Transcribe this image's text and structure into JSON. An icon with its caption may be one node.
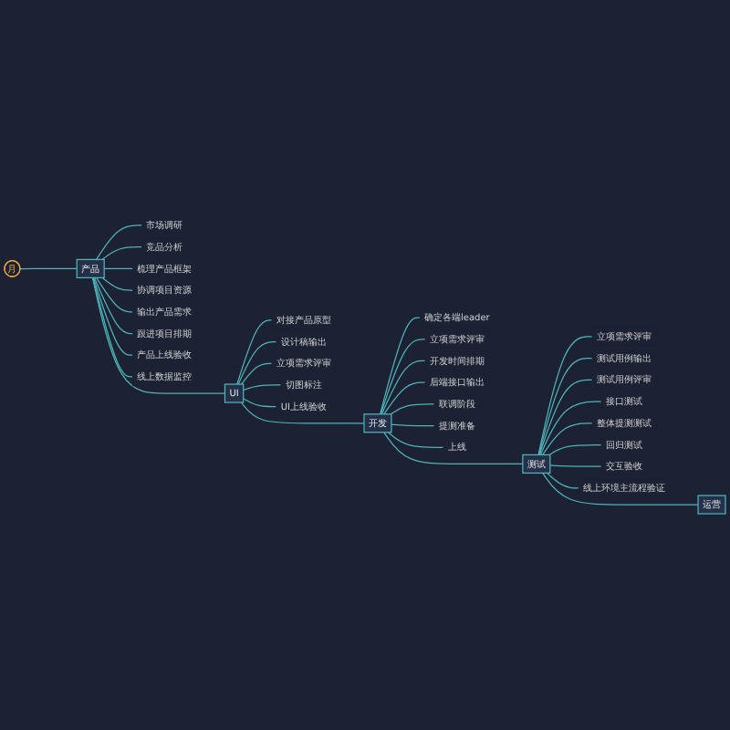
{
  "diagram": {
    "nodes": [
      {
        "text": [
          "月"
        ]
      },
      {
        "text": [
          "产品"
        ]
      },
      {
        "text": [
          "市场调研"
        ]
      },
      {
        "text": [
          "竞品分析"
        ]
      },
      {
        "text": [
          "梳理产品框架"
        ]
      },
      {
        "text": [
          "协调项目资源"
        ]
      },
      {
        "text": [
          "输出产品需求"
        ]
      },
      {
        "text": [
          "跟进项目排期"
        ]
      },
      {
        "text": [
          "产品上线验收"
        ]
      },
      {
        "text": [
          "线上数据监控"
        ]
      },
      {
        "text": [
          "UI"
        ]
      },
      {
        "text": [
          "对接产品原型"
        ]
      },
      {
        "text": [
          "设计稿输出"
        ]
      },
      {
        "text": [
          "立项需求评审"
        ]
      },
      {
        "text": [
          "切图标注"
        ]
      },
      {
        "text": [
          "UI上线验收"
        ]
      },
      {
        "text": [
          "开发"
        ]
      },
      {
        "text": [
          "确定各端leader"
        ]
      },
      {
        "text": [
          "立项需求评审"
        ]
      },
      {
        "text": [
          "开发时间排期"
        ]
      },
      {
        "text": [
          "后端接口输出"
        ]
      },
      {
        "text": [
          "联调阶段"
        ]
      },
      {
        "text": [
          "提测准备"
        ]
      },
      {
        "text": [
          "上线"
        ]
      },
      {
        "text": [
          "测试"
        ]
      },
      {
        "text": [
          "立项需求评审"
        ]
      },
      {
        "text": [
          "测试用例输出"
        ]
      },
      {
        "text": [
          "测试用例评审"
        ]
      },
      {
        "text": [
          "接口测试"
        ]
      },
      {
        "text": [
          "整体提测测试"
        ]
      },
      {
        "text": [
          "回归测试"
        ]
      },
      {
        "text": [
          "交互验收"
        ]
      },
      {
        "text": [
          "线上环境主流程验证"
        ]
      },
      {
        "text": [
          "运营"
        ]
      }
    ],
    "edges": [
      {
        "from": 0,
        "to": 1,
        "arrow": "none"
      },
      {
        "from": 1,
        "to": 2,
        "arrow": "none"
      },
      {
        "from": 1,
        "to": 3,
        "arrow": "none"
      },
      {
        "from": 1,
        "to": 4,
        "arrow": "none"
      },
      {
        "from": 1,
        "to": 5,
        "arrow": "none"
      },
      {
        "from": 1,
        "to": 6,
        "arrow": "none"
      },
      {
        "from": 1,
        "to": 7,
        "arrow": "none"
      },
      {
        "from": 1,
        "to": 8,
        "arrow": "none"
      },
      {
        "from": 1,
        "to": 9,
        "arrow": "none"
      },
      {
        "from": 1,
        "to": 10,
        "arrow": "none"
      },
      {
        "from": 10,
        "to": 11,
        "arrow": "none"
      },
      {
        "from": 10,
        "to": 12,
        "arrow": "none"
      },
      {
        "from": 10,
        "to": 13,
        "arrow": "none"
      },
      {
        "from": 10,
        "to": 14,
        "arrow": "none"
      },
      {
        "from": 10,
        "to": 15,
        "arrow": "none"
      },
      {
        "from": 10,
        "to": 16,
        "arrow": "none"
      },
      {
        "from": 16,
        "to": 17,
        "arrow": "none"
      },
      {
        "from": 16,
        "to": 18,
        "arrow": "none"
      },
      {
        "from": 16,
        "to": 19,
        "arrow": "none"
      },
      {
        "from": 16,
        "to": 20,
        "arrow": "none"
      },
      {
        "from": 16,
        "to": 21,
        "arrow": "none"
      },
      {
        "from": 16,
        "to": 22,
        "arrow": "none"
      },
      {
        "from": 16,
        "to": 23,
        "arrow": "none"
      },
      {
        "from": 16,
        "to": 24,
        "arrow": "none"
      },
      {
        "from": 24,
        "to": 25,
        "arrow": "none"
      },
      {
        "from": 24,
        "to": 26,
        "arrow": "none"
      },
      {
        "from": 24,
        "to": 27,
        "arrow": "none"
      },
      {
        "from": 24,
        "to": 28,
        "arrow": "none"
      },
      {
        "from": 24,
        "to": 29,
        "arrow": "none"
      },
      {
        "from": 24,
        "to": 30,
        "arrow": "none"
      },
      {
        "from": 24,
        "to": 31,
        "arrow": "none"
      },
      {
        "from": 24,
        "to": 32,
        "arrow": "none"
      },
      {
        "from": 24,
        "to": 33,
        "arrow": "none"
      }
    ]
  }
}
